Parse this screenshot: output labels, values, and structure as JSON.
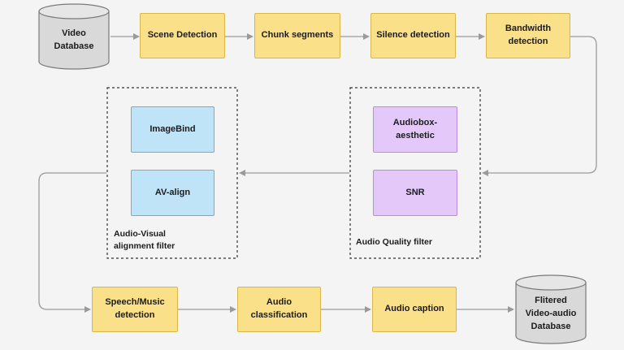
{
  "colors": {
    "process_fill": "#fbe08a",
    "av_filter_fill": "#bfe3f7",
    "audio_quality_fill": "#e4c8fa",
    "database_fill": "#d9d9d9",
    "connector": "#9a9a9a"
  },
  "source_db": {
    "label": "Video\nDatabase"
  },
  "pipeline_top": {
    "scene_detection": "Scene Detection",
    "chunk_segments": "Chunk segments",
    "silence_detection": "Silence detection",
    "bandwidth_detection": "Bandwidth\ndetection"
  },
  "audio_quality_filter": {
    "label": "Audio Quality filter",
    "audiobox": "Audiobox-\naesthetic",
    "snr": "SNR"
  },
  "av_alignment_filter": {
    "label": "Audio-Visual\nalignment filter",
    "imagebind": "ImageBind",
    "av_align": "AV-align"
  },
  "pipeline_bottom": {
    "speech_music": "Speech/Music\ndetection",
    "audio_classification": "Audio\nclassification",
    "audio_caption": "Audio caption"
  },
  "output_db": {
    "label": "Flitered\nVideo-audio\nDatabase"
  }
}
